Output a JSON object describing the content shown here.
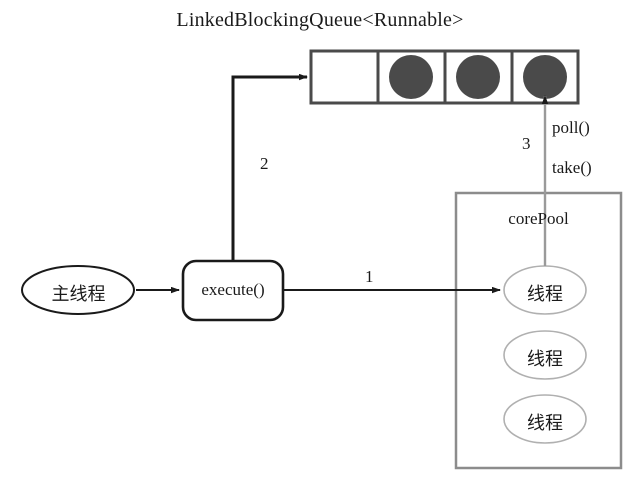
{
  "diagram": {
    "title": "LinkedBlockingQueue<Runnable>",
    "colors": {
      "stroke_dark": "#1a1a1a",
      "stroke_gray": "#8c8c8c",
      "queue_border": "#4a4a4a",
      "task_fill": "#4a4a4a",
      "background": "#ffffff"
    },
    "queue": {
      "label": "LinkedBlockingQueue<Runnable>",
      "cells": [
        {
          "index": 0,
          "occupied": false,
          "task": ""
        },
        {
          "index": 1,
          "occupied": true,
          "task": "task-circle"
        },
        {
          "index": 2,
          "occupied": true,
          "task": "task-circle"
        },
        {
          "index": 3,
          "occupied": true,
          "task": "task-circle"
        }
      ]
    },
    "main_thread": {
      "label": "主线程",
      "shape": "ellipse"
    },
    "execute_node": {
      "label": "execute()",
      "shape": "rounded-rect"
    },
    "core_pool": {
      "label": "corePool",
      "workers": [
        {
          "label": "线程"
        },
        {
          "label": "线程"
        },
        {
          "label": "线程"
        }
      ]
    },
    "edges": [
      {
        "id": "main-to-execute",
        "label": "",
        "from": "主线程",
        "to": "execute()"
      },
      {
        "id": "execute-to-worker",
        "label": "1",
        "from": "execute()",
        "to": "线程"
      },
      {
        "id": "execute-to-queue",
        "label": "2",
        "from": "execute()",
        "to": "LinkedBlockingQueue<Runnable>"
      },
      {
        "id": "worker-to-queue",
        "label": "3",
        "from": "线程",
        "to": "LinkedBlockingQueue<Runnable>"
      }
    ],
    "annotations": {
      "step_1": "1",
      "step_2": "2",
      "step_3": "3",
      "poll": "poll()",
      "take": "take()"
    }
  }
}
